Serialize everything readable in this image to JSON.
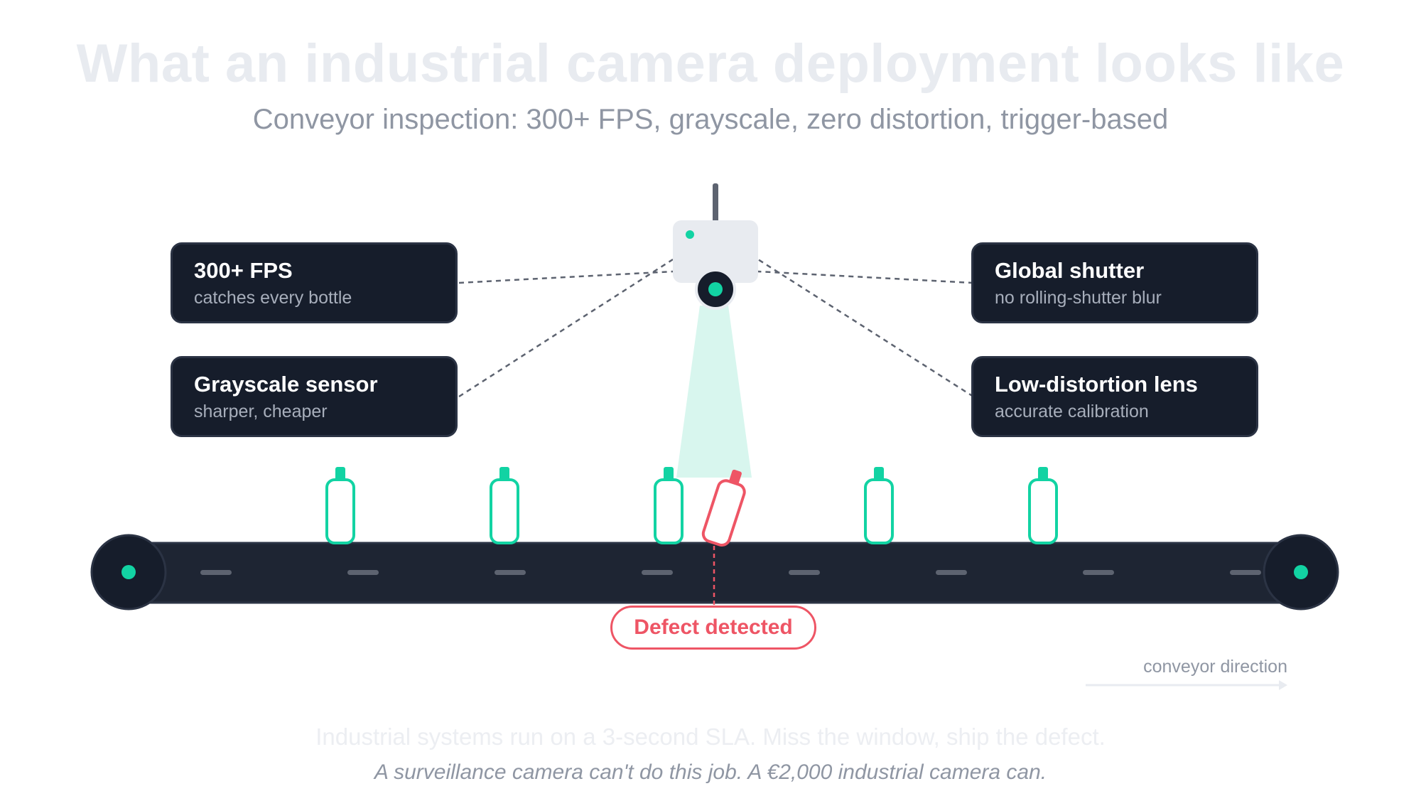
{
  "title": "What an industrial camera deployment looks like",
  "subtitle": "Conveyor inspection: 300+ FPS, grayscale, zero distortion, trigger-based",
  "cards": [
    {
      "id": "fps",
      "title": "300+ FPS",
      "subtitle": "catches every bottle"
    },
    {
      "id": "grayscale",
      "title": "Grayscale sensor",
      "subtitle": "sharper, cheaper"
    },
    {
      "id": "global-shutter",
      "title": "Global shutter",
      "subtitle": "no rolling-shutter blur"
    },
    {
      "id": "low-distortion",
      "title": "Low-distortion lens",
      "subtitle": "accurate calibration"
    }
  ],
  "defect_label": "Defect detected",
  "direction_label": "conveyor direction",
  "footer": {
    "line1": "Industrial systems run on a 3-second SLA. Miss the window, ship the defect.",
    "line2": "A surveillance camera can't do this job. A €2,000 industrial camera can."
  },
  "colors": {
    "accent": "#12d3a3",
    "defect": "#ee5565",
    "dark": "#161d2b",
    "belt": "#1e2533",
    "camera_body": "#e8ebf0",
    "beam": "#d8f6ee"
  },
  "bottles": {
    "good_count": 5,
    "defective_count": 1
  }
}
